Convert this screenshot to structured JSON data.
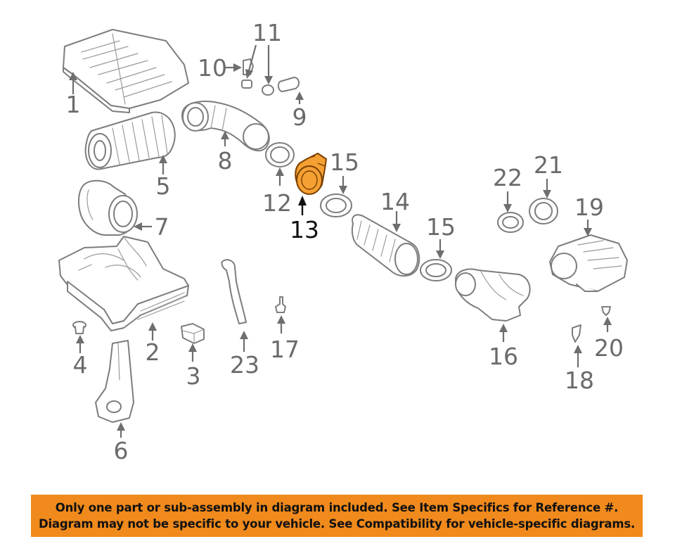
{
  "diagram": {
    "highlight_color": "#f5a033",
    "highlighted_part": "13",
    "callouts": [
      {
        "id": "1",
        "label": "1"
      },
      {
        "id": "2",
        "label": "2"
      },
      {
        "id": "3",
        "label": "3"
      },
      {
        "id": "4",
        "label": "4"
      },
      {
        "id": "5",
        "label": "5"
      },
      {
        "id": "6",
        "label": "6"
      },
      {
        "id": "7",
        "label": "7"
      },
      {
        "id": "8",
        "label": "8"
      },
      {
        "id": "9",
        "label": "9"
      },
      {
        "id": "10",
        "label": "10"
      },
      {
        "id": "11",
        "label": "11"
      },
      {
        "id": "12",
        "label": "12"
      },
      {
        "id": "13",
        "label": "13"
      },
      {
        "id": "14",
        "label": "14"
      },
      {
        "id": "15a",
        "label": "15"
      },
      {
        "id": "15b",
        "label": "15"
      },
      {
        "id": "16",
        "label": "16"
      },
      {
        "id": "17",
        "label": "17"
      },
      {
        "id": "18",
        "label": "18"
      },
      {
        "id": "19",
        "label": "19"
      },
      {
        "id": "20",
        "label": "20"
      },
      {
        "id": "21",
        "label": "21"
      },
      {
        "id": "22",
        "label": "22"
      },
      {
        "id": "23",
        "label": "23"
      }
    ]
  },
  "notice": {
    "background": "#f08a1c",
    "line1": "Only one part or sub-assembly in diagram included. See Item Specifics for Reference #.",
    "line2": "Diagram may not be specific to your vehicle. See Compatibility for vehicle-specific diagrams."
  }
}
